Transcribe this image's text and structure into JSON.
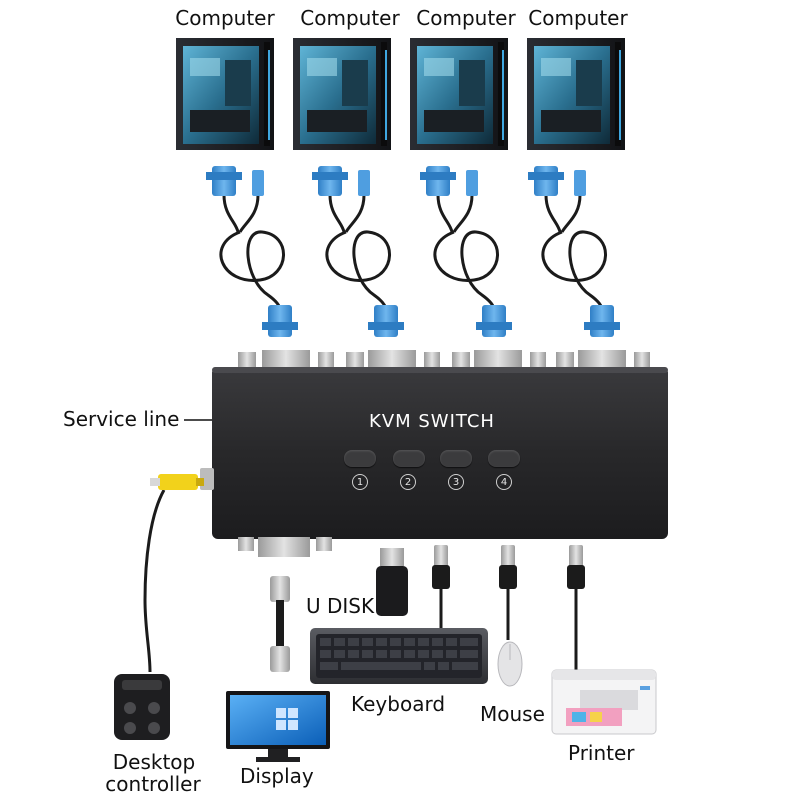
{
  "labels": {
    "computer_1": "Computer",
    "computer_2": "Computer",
    "computer_3": "Computer",
    "computer_4": "Computer",
    "service_line": "Service line",
    "u_disk": "U DISK",
    "keyboard": "Keyboard",
    "mouse": "Mouse",
    "printer": "Printer",
    "display": "Display",
    "desktop_controller_line1": "Desktop",
    "desktop_controller_line2": "controller"
  },
  "kvm": {
    "title": "KVM SWITCH",
    "port_numbers": [
      "1",
      "2",
      "3",
      "4"
    ]
  },
  "colors": {
    "vga_connector": "#3d8fd6",
    "cable": "#1b1b1b",
    "kvm_body": "#2a2a2c",
    "rca_plug": "#f2d21b",
    "monitor_screen": "#1f7fd8"
  }
}
